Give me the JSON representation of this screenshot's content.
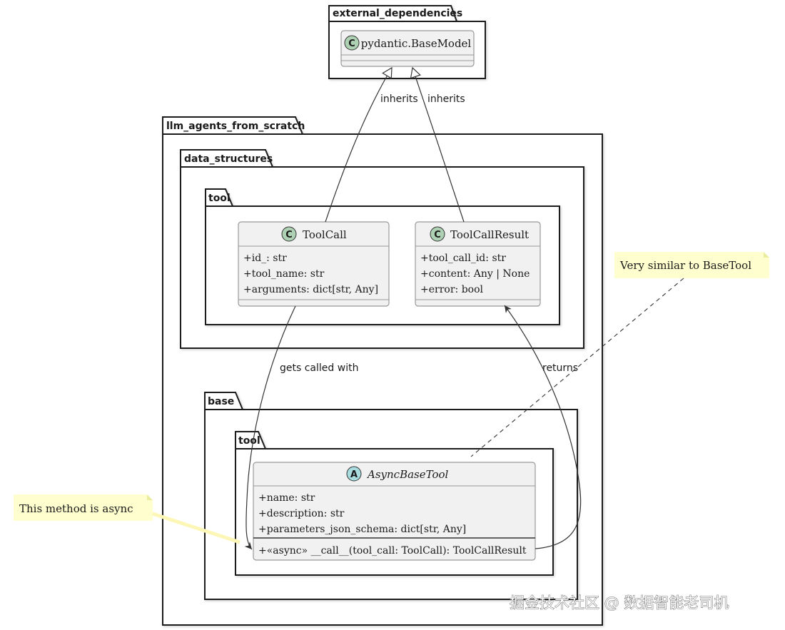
{
  "packages": {
    "external_dependencies": "external_dependencies",
    "llm_agents_from_scratch": "llm_agents_from_scratch",
    "data_structures": "data_structures",
    "data_structures_tool": "tool",
    "base": "base",
    "base_tool": "tool"
  },
  "classes": {
    "base_model": {
      "badge": "C",
      "name": "pydantic.BaseModel",
      "fields": [],
      "methods": []
    },
    "tool_call": {
      "badge": "C",
      "name": "ToolCall",
      "fields": [
        "+id_: str",
        "+tool_name: str",
        "+arguments: dict[str, Any]"
      ],
      "methods": []
    },
    "tool_call_result": {
      "badge": "C",
      "name": "ToolCallResult",
      "fields": [
        "+tool_call_id: str",
        "+content: Any | None",
        "+error: bool"
      ],
      "methods": []
    },
    "async_base_tool": {
      "badge": "A",
      "name": "AsyncBaseTool",
      "fields": [
        "+name: str",
        "+description: str",
        "+parameters_json_schema: dict[str, Any]"
      ],
      "methods": [
        "+«async» __call__(tool_call: ToolCall): ToolCallResult"
      ]
    }
  },
  "edges": {
    "inherits_left": "inherits",
    "inherits_right": "inherits",
    "gets_called_with": "gets called with",
    "returns": "returns"
  },
  "notes": {
    "similar": "Very similar to BaseTool",
    "async": "This method is async"
  },
  "colors": {
    "class_fill": "#f1f1f1",
    "badge_class": "#add1b2",
    "badge_abstract": "#a9dcdf",
    "note_fill": "#fefece",
    "line": "#333333"
  },
  "watermark": "掘金技术社区 @ 数据智能老司机"
}
